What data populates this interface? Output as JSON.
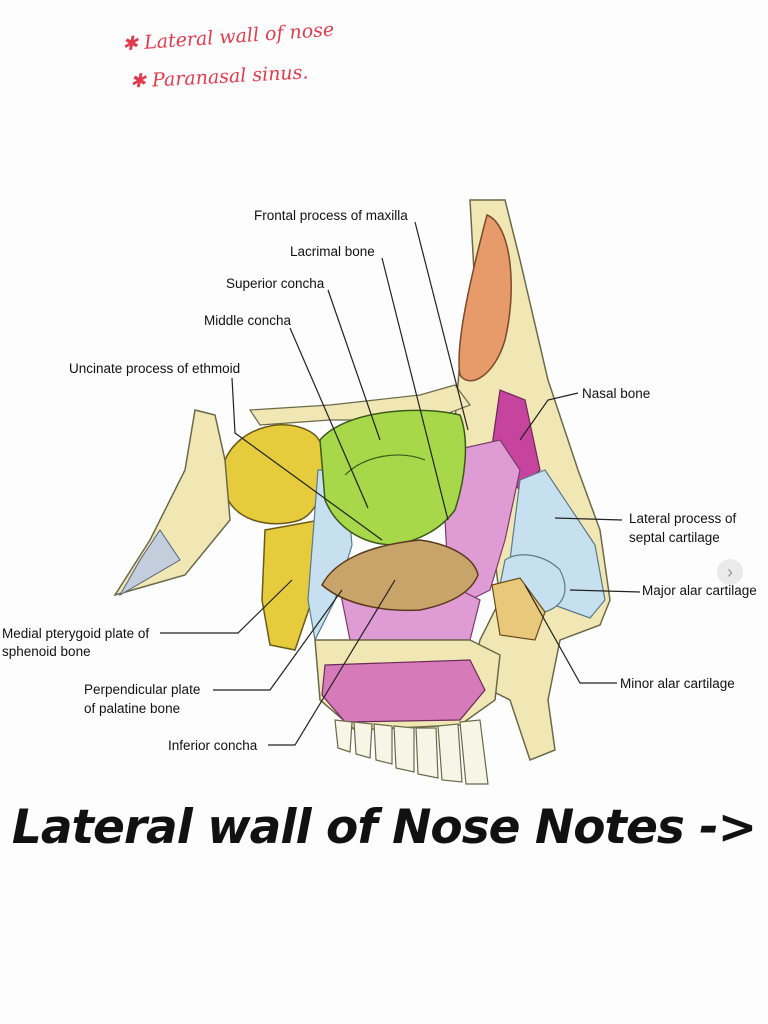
{
  "notes": {
    "line1": "✱ Lateral wall of nose",
    "line2": "✱ Paranasal sinus."
  },
  "diagram": {
    "labels": {
      "frontal_process_maxilla": "Frontal process of maxilla",
      "lacrimal_bone": "Lacrimal bone",
      "superior_concha": "Superior concha",
      "middle_concha": "Middle concha",
      "uncinate_process": "Uncinate process of ethmoid",
      "nasal_bone": "Nasal bone",
      "lateral_process_1": "Lateral process of",
      "lateral_process_2": "septal cartilage",
      "major_alar": "Major alar cartilage",
      "medial_pterygoid_1": "Medial pterygoid plate of",
      "medial_pterygoid_2": "sphenoid bone",
      "perpendicular_plate_1": "Perpendicular plate",
      "perpendicular_plate_2": "of palatine bone",
      "minor_alar": "Minor alar cartilage",
      "inferior_concha": "Inferior concha"
    },
    "colors": {
      "maxilla": "#f1e7b4",
      "sphenoid": "#e6cc3c",
      "superior_middle_concha": "#a6d84a",
      "inferior_concha": "#c8a46a",
      "palatine_pink": "#df9bd4",
      "nasal_bone": "#c7449e",
      "cartilage": "#c6e0ef",
      "alar": "#e8c87a"
    }
  },
  "caption": "Lateral wall of Nose Notes ->",
  "nav_icon": "chevron-right-icon"
}
